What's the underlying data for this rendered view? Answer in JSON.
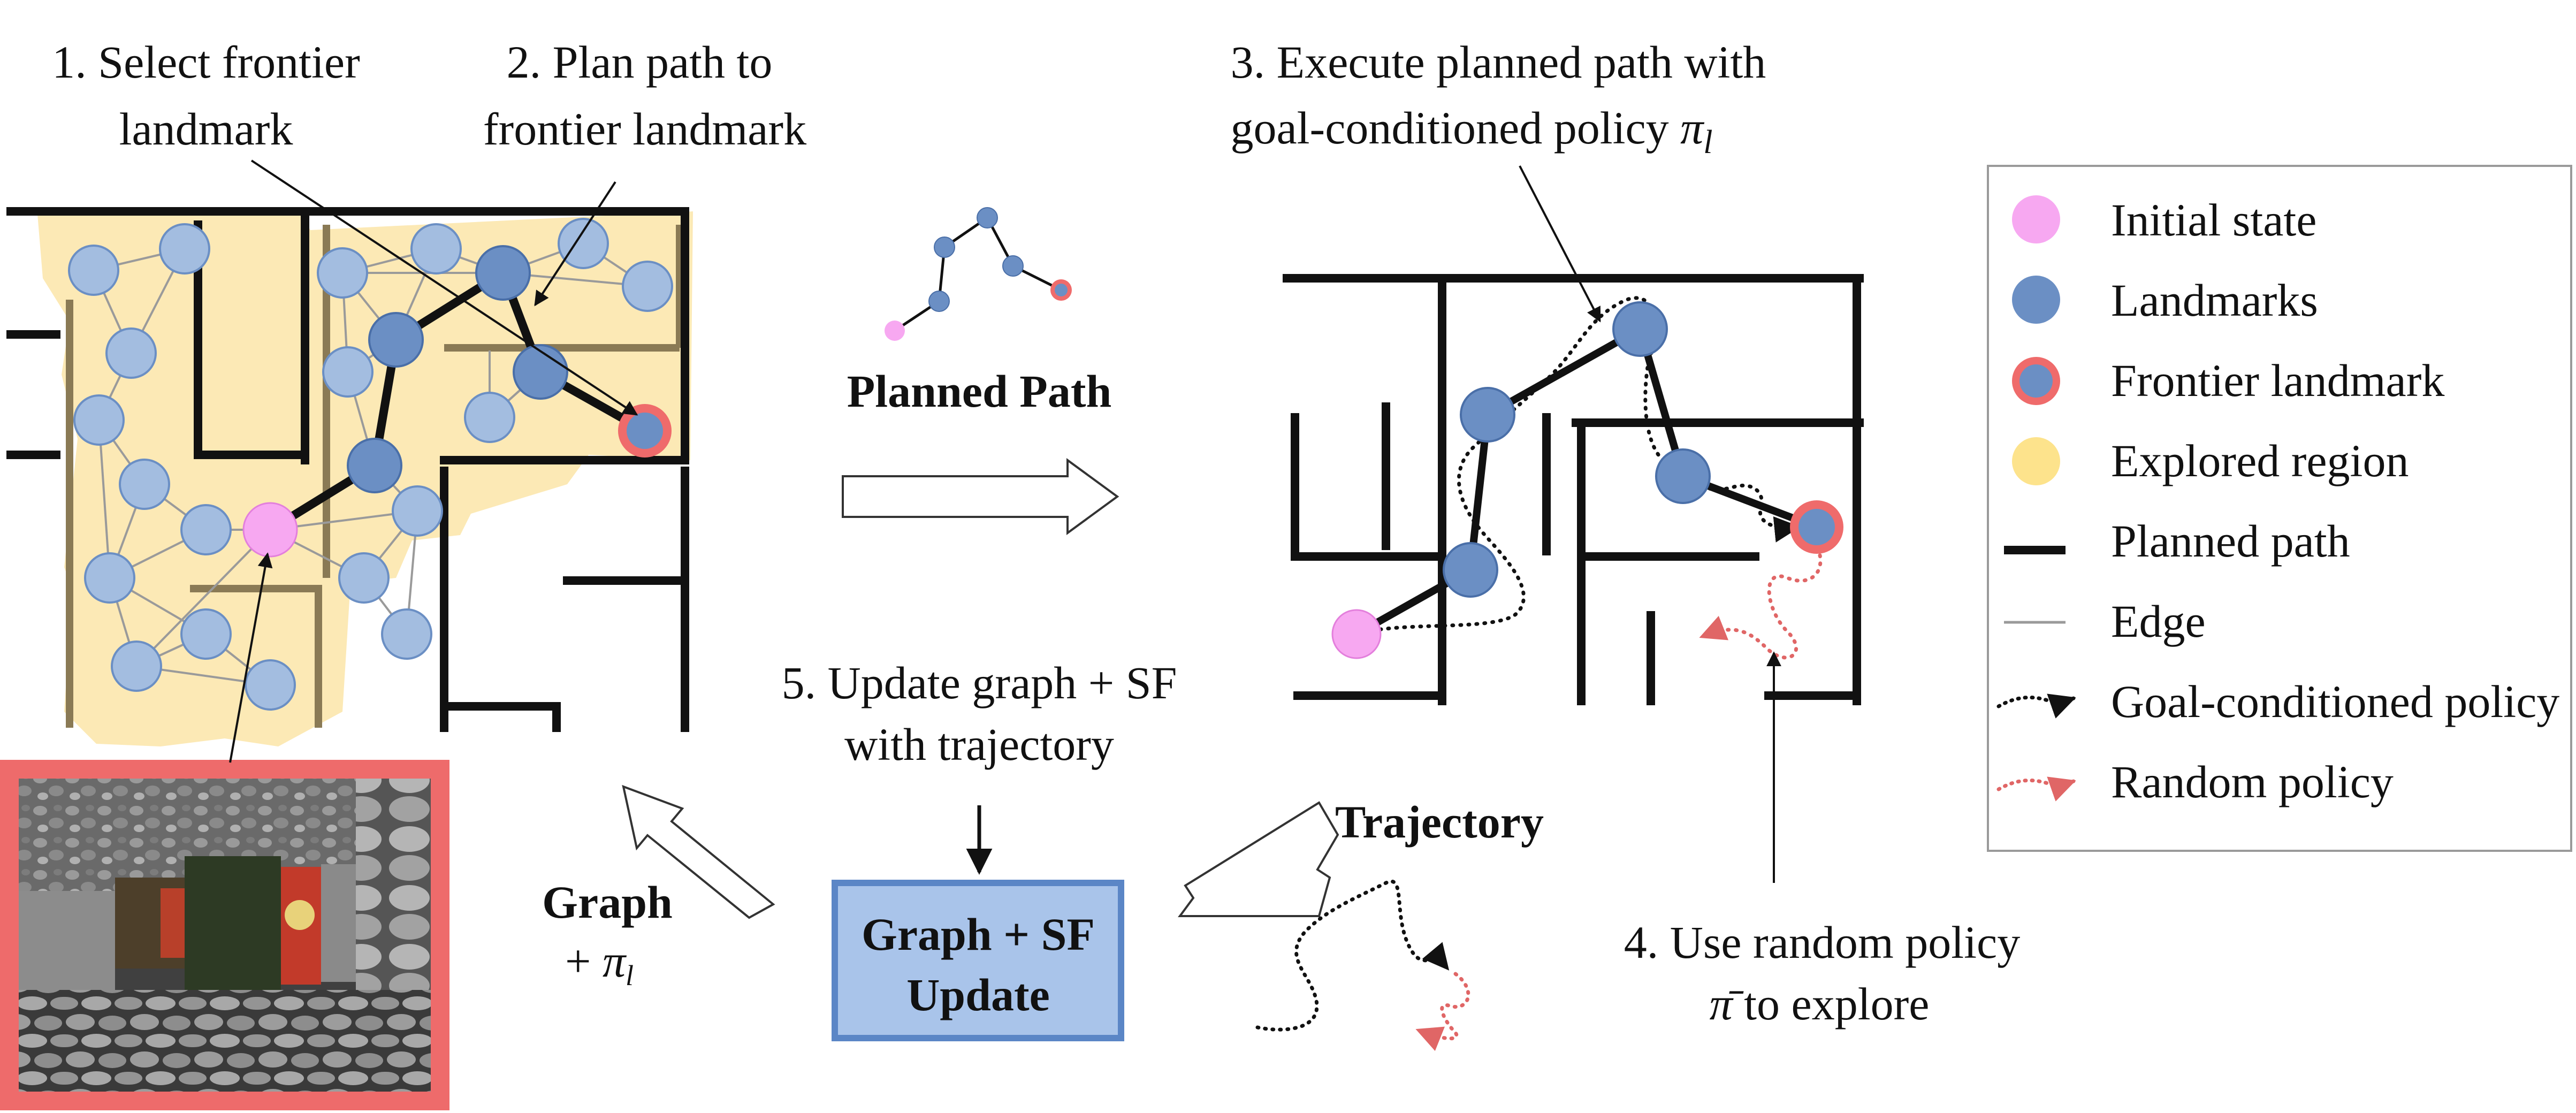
{
  "steps": {
    "s1_line1": "1. Select frontier",
    "s1_line2": "landmark",
    "s2_line1": "2. Plan path to",
    "s2_line2": "frontier landmark",
    "s3_line1": "3. Execute planned path with",
    "s3_line2_prefix": "goal-conditioned policy ",
    "s3_pi": "π",
    "s3_sub": "l",
    "s4_line1": "4. Use random policy",
    "s4_pi": "π̄",
    "s4_line2_suffix": " to explore",
    "s5_line1": "5. Update graph + SF",
    "s5_line2": "with trajectory"
  },
  "labels": {
    "planned_path": "Planned Path",
    "trajectory": "Trajectory",
    "graph": "Graph",
    "graph_plus": "+ ",
    "graph_pi": "π",
    "graph_sub": "l",
    "update_line1": "Graph + SF",
    "update_line2": "Update"
  },
  "legend": {
    "items": [
      {
        "label": "Initial state",
        "icon": "pink-circle-icon"
      },
      {
        "label": "Landmarks",
        "icon": "blue-circle-icon"
      },
      {
        "label": "Frontier landmark",
        "icon": "red-ring-circle-icon"
      },
      {
        "label": "Explored region",
        "icon": "yellow-circle-icon"
      },
      {
        "label": "Planned path",
        "icon": "thick-line-icon"
      },
      {
        "label": "Edge",
        "icon": "thin-line-icon"
      },
      {
        "label": "Goal-conditioned policy",
        "icon": "dotted-black-arrow-icon"
      },
      {
        "label": "Random policy",
        "icon": "dotted-red-arrow-icon"
      }
    ]
  },
  "colors": {
    "initial_state": "#f7a8f1",
    "landmark": "#6b8fc4",
    "landmark_light": "#a3bde0",
    "frontier_ring": "#ef6b6b",
    "explored_region": "#fce9b5",
    "update_box_fill": "#a9c4ea",
    "update_box_border": "#5b86c6",
    "image_border": "#ee6b6b",
    "random_policy": "#e06666"
  }
}
